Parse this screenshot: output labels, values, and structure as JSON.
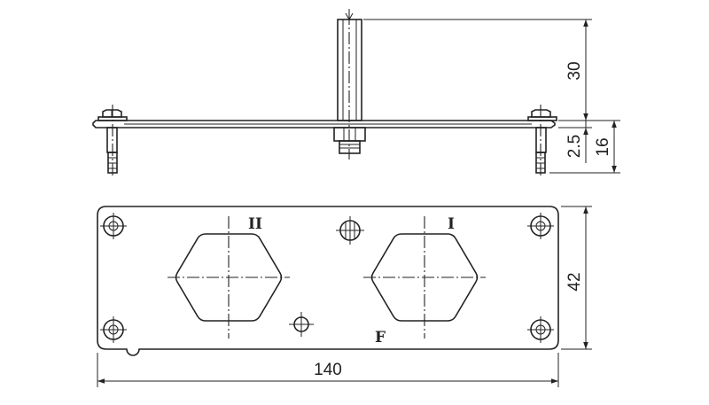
{
  "dimensions": {
    "stem_height": "30",
    "plate_thickness": "2.5",
    "screw_depth": "16",
    "plate_height": "42",
    "plate_width": "140"
  },
  "labels": {
    "port_left": "II",
    "port_right": "I",
    "marker": "F"
  }
}
